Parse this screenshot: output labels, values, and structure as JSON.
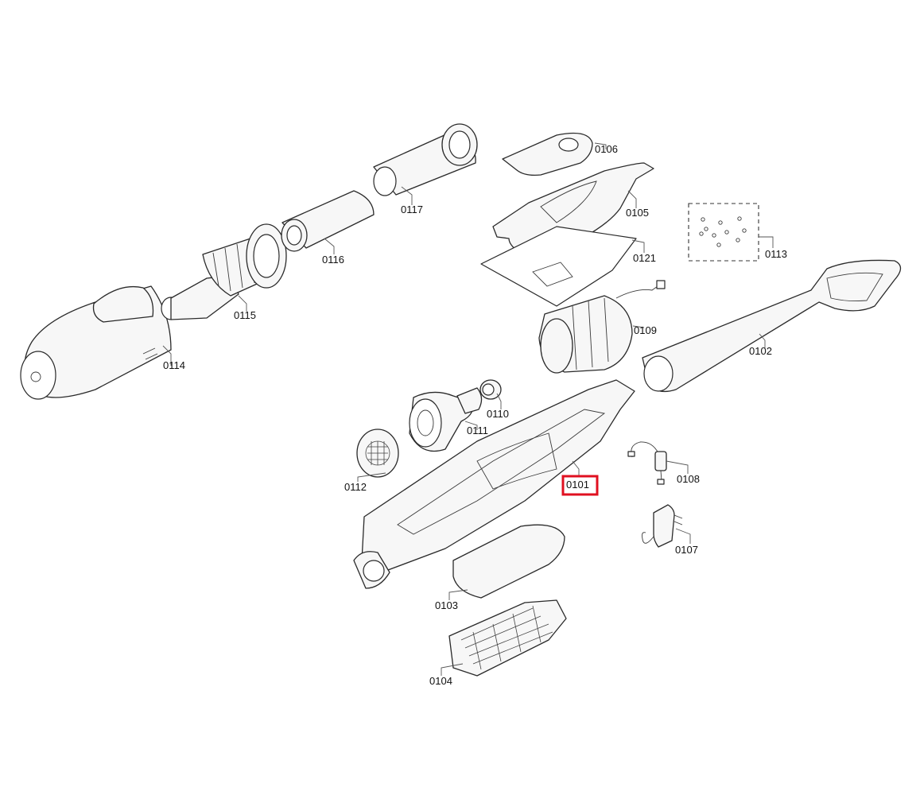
{
  "diagram": {
    "highlighted_part": "0101",
    "highlight_color": "#e01020",
    "parts": [
      {
        "number": "0101"
      },
      {
        "number": "0102"
      },
      {
        "number": "0103"
      },
      {
        "number": "0104"
      },
      {
        "number": "0105"
      },
      {
        "number": "0106"
      },
      {
        "number": "0107"
      },
      {
        "number": "0108"
      },
      {
        "number": "0109"
      },
      {
        "number": "0110"
      },
      {
        "number": "0111"
      },
      {
        "number": "0112"
      },
      {
        "number": "0113"
      },
      {
        "number": "0114"
      },
      {
        "number": "0115"
      },
      {
        "number": "0116"
      },
      {
        "number": "0117"
      },
      {
        "number": "0121"
      }
    ]
  }
}
